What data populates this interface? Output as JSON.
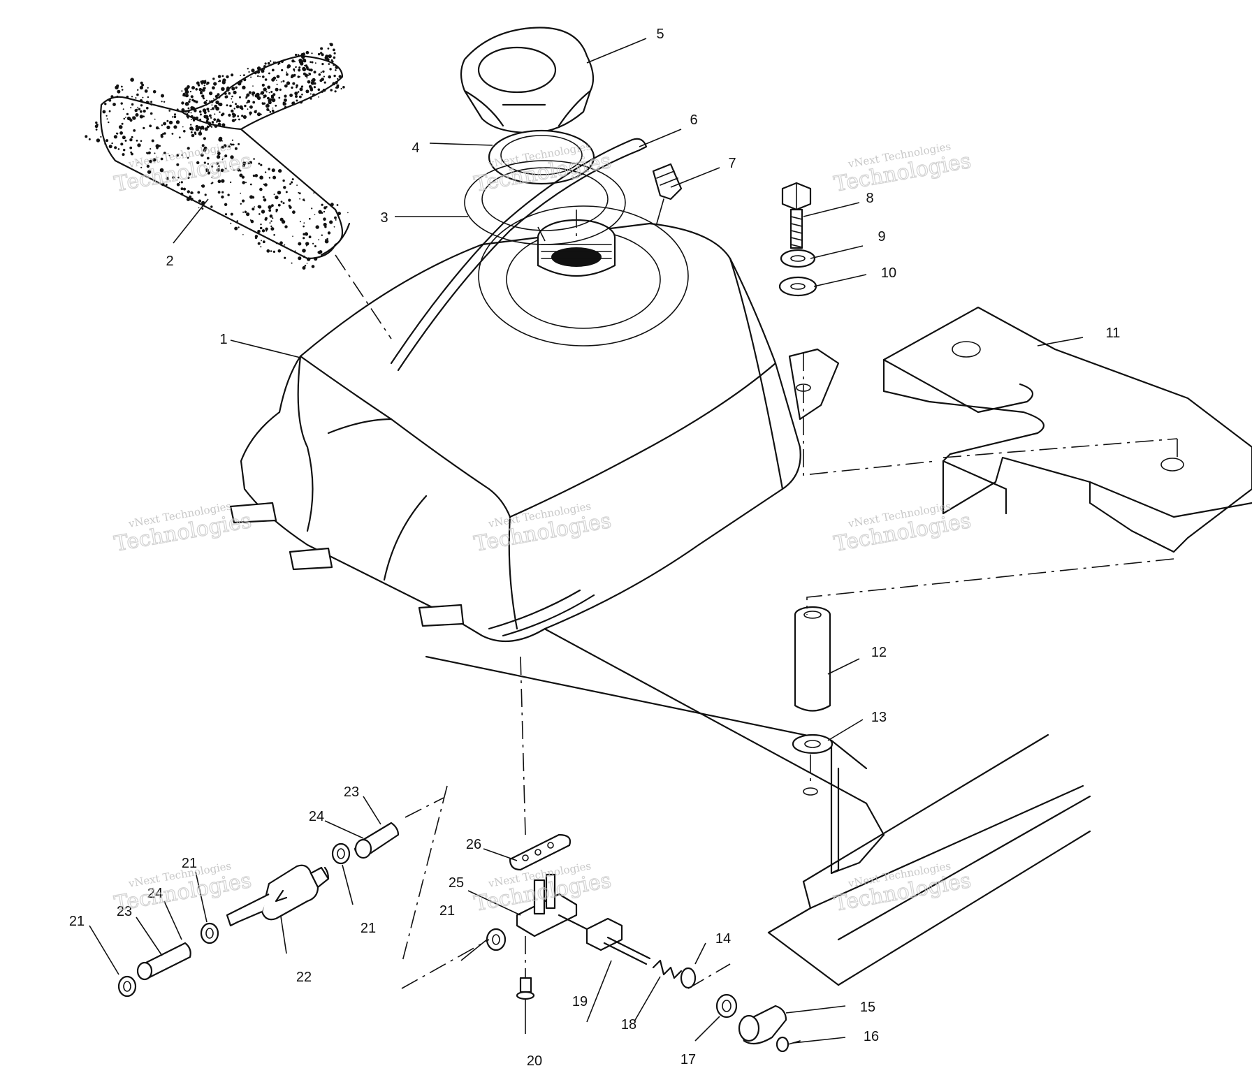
{
  "diagram": {
    "callouts": [
      {
        "id": "1",
        "label": "1"
      },
      {
        "id": "2",
        "label": "2"
      },
      {
        "id": "3",
        "label": "3"
      },
      {
        "id": "4",
        "label": "4"
      },
      {
        "id": "5",
        "label": "5"
      },
      {
        "id": "6",
        "label": "6"
      },
      {
        "id": "7",
        "label": "7"
      },
      {
        "id": "8",
        "label": "8"
      },
      {
        "id": "9",
        "label": "9"
      },
      {
        "id": "10",
        "label": "10"
      },
      {
        "id": "11",
        "label": "11"
      },
      {
        "id": "12",
        "label": "12"
      },
      {
        "id": "13",
        "label": "13"
      },
      {
        "id": "14",
        "label": "14"
      },
      {
        "id": "15",
        "label": "15"
      },
      {
        "id": "16",
        "label": "16"
      },
      {
        "id": "17",
        "label": "17"
      },
      {
        "id": "18",
        "label": "18"
      },
      {
        "id": "19",
        "label": "19"
      },
      {
        "id": "20",
        "label": "20"
      },
      {
        "id": "21a",
        "label": "21"
      },
      {
        "id": "21b",
        "label": "21"
      },
      {
        "id": "21c",
        "label": "21"
      },
      {
        "id": "21d",
        "label": "21"
      },
      {
        "id": "22",
        "label": "22"
      },
      {
        "id": "23a",
        "label": "23"
      },
      {
        "id": "23b",
        "label": "23"
      },
      {
        "id": "24a",
        "label": "24"
      },
      {
        "id": "24b",
        "label": "24"
      },
      {
        "id": "25",
        "label": "25"
      },
      {
        "id": "26",
        "label": "26"
      }
    ]
  },
  "watermark": {
    "line1": "vNext Technologies",
    "line2": "Technologies"
  }
}
